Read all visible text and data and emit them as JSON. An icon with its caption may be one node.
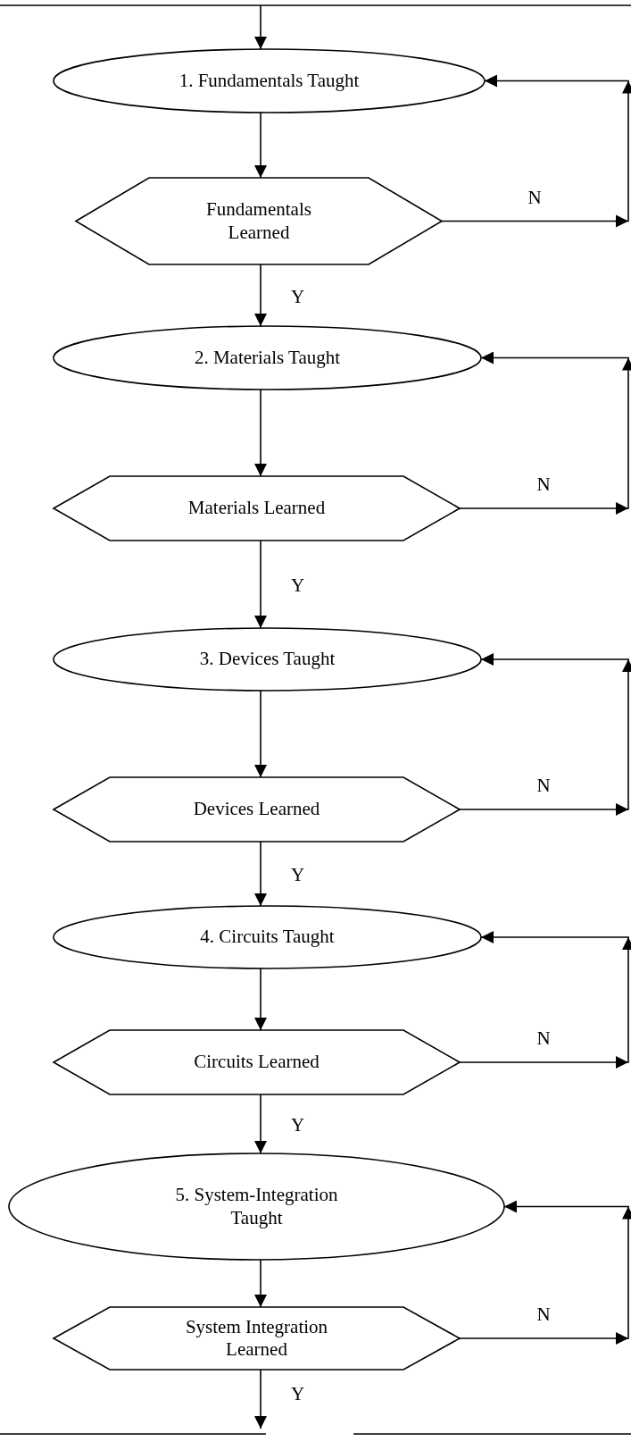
{
  "diagram": {
    "nodes": [
      {
        "text": [
          "1. Fundamentals Taught"
        ]
      },
      {
        "text": [
          "Fundamentals Learned"
        ]
      },
      {
        "text": [
          "2. Materials Taught"
        ]
      },
      {
        "text": [
          "Materials Learned"
        ]
      },
      {
        "text": [
          "3. Devices Taught"
        ]
      },
      {
        "text": [
          "Devices Learned"
        ]
      },
      {
        "text": [
          "4. Circuits Taught"
        ]
      },
      {
        "text": [
          "Circuits Learned"
        ]
      },
      {
        "text": [
          "5. System-Integration Taught"
        ]
      },
      {
        "text": [
          "System Integration Learned"
        ]
      }
    ],
    "edges": [
      {
        "from": null,
        "to": 0,
        "arrow": "to"
      },
      {
        "from": 0,
        "to": 1,
        "arrow": "to"
      },
      {
        "from": 1,
        "to": 0,
        "arrow": "to",
        "label": "N"
      },
      {
        "from": 1,
        "to": 2,
        "arrow": "to",
        "label": "Y"
      },
      {
        "from": 2,
        "to": 3,
        "arrow": "to"
      },
      {
        "from": 3,
        "to": 2,
        "arrow": "to",
        "label": "N"
      },
      {
        "from": 3,
        "to": 4,
        "arrow": "to",
        "label": "Y"
      },
      {
        "from": 4,
        "to": 5,
        "arrow": "to"
      },
      {
        "from": 5,
        "to": 4,
        "arrow": "to",
        "label": "N"
      },
      {
        "from": 5,
        "to": 6,
        "arrow": "to",
        "label": "Y"
      },
      {
        "from": 6,
        "to": 7,
        "arrow": "to"
      },
      {
        "from": 7,
        "to": 6,
        "arrow": "to",
        "label": "N"
      },
      {
        "from": 7,
        "to": 8,
        "arrow": "to",
        "label": "Y"
      },
      {
        "from": 8,
        "to": 9,
        "arrow": "to"
      },
      {
        "from": 9,
        "to": 8,
        "arrow": "to",
        "label": "N"
      },
      {
        "from": 9,
        "to": null,
        "arrow": "to",
        "label": "Y"
      }
    ]
  }
}
